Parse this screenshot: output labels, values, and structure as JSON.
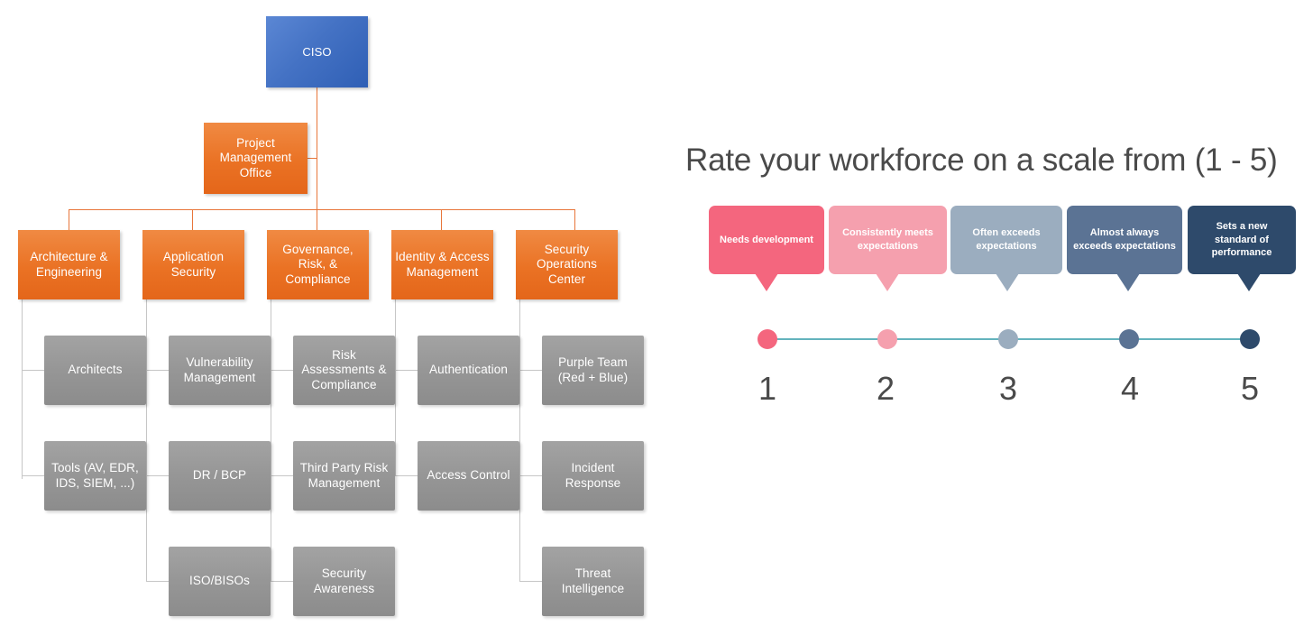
{
  "org_chart": {
    "root": {
      "label": "CISO",
      "color": "#4472c4"
    },
    "staff": {
      "label": "Project Management Office",
      "color": "#ea7224"
    },
    "columns": [
      {
        "head": "Architecture & Engineering",
        "children": [
          "Architects",
          "Tools (AV, EDR, IDS, SIEM, ...)"
        ]
      },
      {
        "head": "Application Security",
        "children": [
          "Vulnerability Management",
          "DR / BCP",
          "ISO/BISOs"
        ]
      },
      {
        "head": "Governance, Risk, & Compliance",
        "children": [
          "Risk Assessments & Compliance",
          "Third Party Risk Management",
          "Security Awareness"
        ]
      },
      {
        "head": "Identity & Access Management",
        "children": [
          "Authentication",
          "Access Control"
        ]
      },
      {
        "head": "Security Operations Center",
        "children": [
          "Purple Team (Red + Blue)",
          "Incident Response",
          "Threat Intelligence"
        ]
      }
    ],
    "colors": {
      "root_fill": "#4472c4",
      "head_fill": "#ea7224",
      "child_fill": "#969696",
      "orange_connector": "#e8763a",
      "gray_connector": "#c6c6c6"
    }
  },
  "rating_scale": {
    "title": "Rate your workforce on a scale from (1 - 5)",
    "axis_color": "#63b3bd",
    "levels": [
      {
        "number": "1",
        "label": "Needs development",
        "color": "#f4667e"
      },
      {
        "number": "2",
        "label": "Consistently meets expectations",
        "color": "#f5a0ae"
      },
      {
        "number": "3",
        "label": "Often exceeds expectations",
        "color": "#9badbf"
      },
      {
        "number": "4",
        "label": "Almost always exceeds expectations",
        "color": "#5b7394"
      },
      {
        "number": "5",
        "label": "Sets a new standard of performance",
        "color": "#2e4a6b"
      }
    ]
  }
}
